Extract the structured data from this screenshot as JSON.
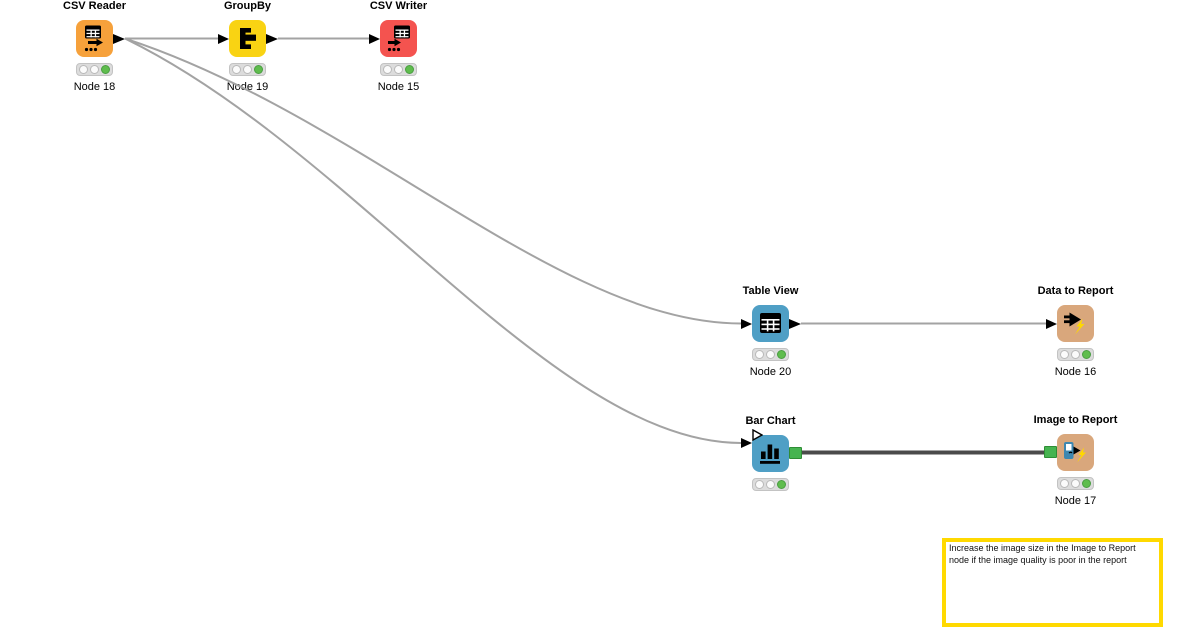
{
  "colors": {
    "line-grey": "#a3a3a3",
    "line-dark": "#4b4b4b",
    "port-green": "#46b450",
    "status-green": "#5fbd4d",
    "annotation-border": "#ffd900"
  },
  "nodes": [
    {
      "title": "CSV Reader",
      "name": "Node 18",
      "color": "#f6a13b",
      "status": "executed"
    },
    {
      "title": "GroupBy",
      "name": "Node 19",
      "color": "#f9d313",
      "status": "executed"
    },
    {
      "title": "CSV Writer",
      "name": "Node 15",
      "color": "#f4534f",
      "status": "executed"
    },
    {
      "title": "Table View",
      "name": "Node 20",
      "color": "#4f9fc5",
      "status": "executed"
    },
    {
      "title": "Data to Report",
      "name": "Node 16",
      "color": "#d9a77c",
      "status": "executed"
    },
    {
      "title": "Bar Chart",
      "name": "",
      "color": "#4f9fc5",
      "status": "executed"
    },
    {
      "title": "Image to Report",
      "name": "Node 17",
      "color": "#d9a77c",
      "status": "executed"
    }
  ],
  "connections": [
    {
      "from": "CSV Reader",
      "to": "GroupBy",
      "type": "data"
    },
    {
      "from": "CSV Reader",
      "to": "Table View",
      "type": "data"
    },
    {
      "from": "CSV Reader",
      "to": "Bar Chart",
      "type": "data"
    },
    {
      "from": "GroupBy",
      "to": "CSV Writer",
      "type": "data"
    },
    {
      "from": "Table View",
      "to": "Data to Report",
      "type": "data"
    },
    {
      "from": "Bar Chart",
      "to": "Image to Report",
      "type": "image"
    }
  ],
  "annotation": {
    "text": "Increase the image size in the Image to Report node if the image quality is poor in the report"
  }
}
